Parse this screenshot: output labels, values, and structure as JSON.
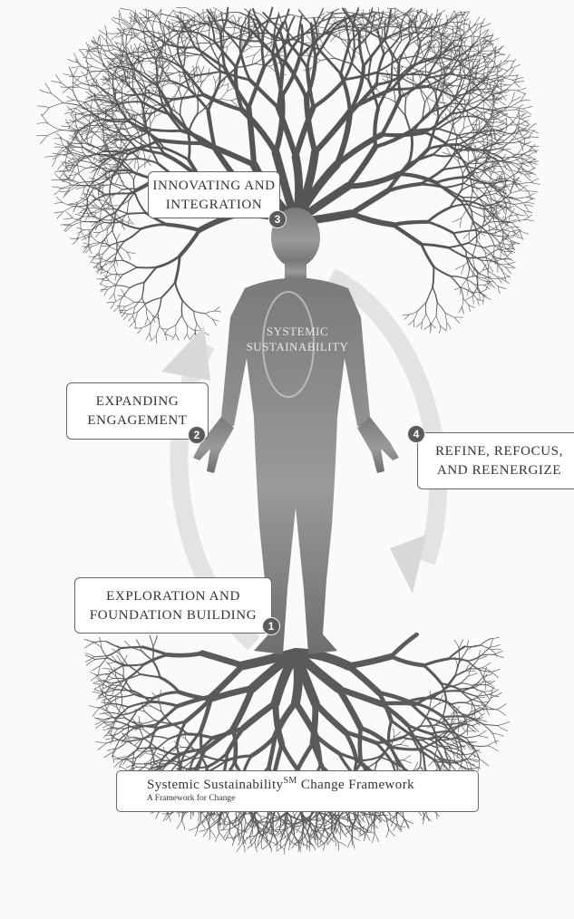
{
  "center": {
    "line1": "SYSTEMIC",
    "line2": "SUSTAINABILITY"
  },
  "stages": [
    {
      "number": "1",
      "line1": "EXPLORATION AND",
      "line2": "FOUNDATION BUILDING"
    },
    {
      "number": "2",
      "line1": "EXPANDING",
      "line2": "ENGAGEMENT"
    },
    {
      "number": "3",
      "line1": "INNOVATING AND",
      "line2": "INTEGRATION"
    },
    {
      "number": "4",
      "line1": "REFINE, REFOCUS,",
      "line2": "AND REENERGIZE"
    }
  ],
  "framework": {
    "title_pre": "Systemic Sustainability",
    "title_sup": "SM",
    "title_post": " Change Framework",
    "subtitle": "A Framework for Change"
  },
  "colors": {
    "figure": "#8a8a8a",
    "branches": "#555555",
    "cycle_arrow": "#e2e2e2",
    "box_border": "#666666"
  }
}
